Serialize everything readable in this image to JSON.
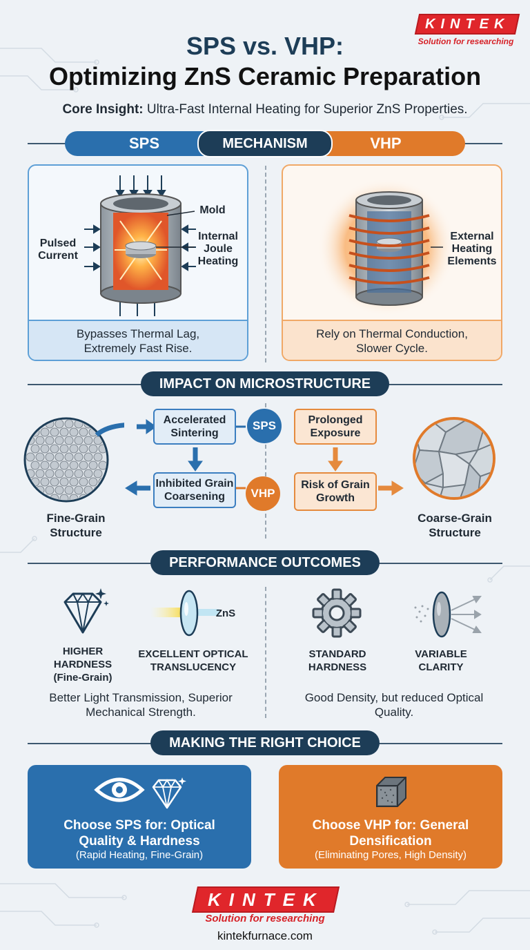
{
  "logo": {
    "brand": "KINTEK",
    "tagline": "Solution for researching"
  },
  "title_line1": "SPS vs. VHP:",
  "title_line2": "Optimizing ZnS Ceramic Preparation",
  "insight": {
    "label": "Core Insight:",
    "text": " Ultra-Fast Internal Heating for Superior ZnS Properties."
  },
  "mechanism": {
    "left_header": "SPS",
    "center_header": "MECHANISM",
    "right_header": "VHP",
    "sps": {
      "label_current": "Pulsed Current",
      "label_mold": "Mold",
      "label_joule": "Internal Joule Heating",
      "caption": "Bypasses Thermal Lag, Extremely Fast Rise."
    },
    "vhp": {
      "label_heating": "External Heating Elements",
      "caption": "Rely on Thermal Conduction, Slower Cycle."
    }
  },
  "micro": {
    "header": "IMPACT ON MICROSTRUCTURE",
    "accelerated": "Accelerated Sintering",
    "inhibited": "Inhibited Grain Coarsening",
    "prolonged": "Prolonged Exposure",
    "risk": "Risk of Grain Growth",
    "sps_badge": "SPS",
    "vhp_badge": "VHP",
    "fine": "Fine-Grain Structure",
    "coarse": "Coarse-Grain Structure"
  },
  "performance": {
    "header": "PERFORMANCE OUTCOMES",
    "hardness_high": "HIGHER HARDNESS (Fine-Grain)",
    "optical": "EXCELLENT OPTICAL TRANSLUCENCY",
    "lens_label": "ZnS",
    "hardness_std": "STANDARD HARDNESS",
    "clarity": "VARIABLE CLARITY",
    "sps_summary": "Better Light Transmission, Superior Mechanical Strength.",
    "vhp_summary": "Good Density, but reduced Optical Quality."
  },
  "choice": {
    "header": "MAKING THE RIGHT CHOICE",
    "sps_title": "Choose SPS for: Optical Quality & Hardness",
    "sps_note": "(Rapid Heating, Fine-Grain)",
    "vhp_title": "Choose VHP for: General Densification",
    "vhp_note": "(Eliminating Pores, High Density)"
  },
  "footer_url": "kintekfurnace.com",
  "colors": {
    "sps_blue": "#2a6fad",
    "vhp_orange": "#e07a2a",
    "navy": "#1d3d57",
    "kintek_red": "#e0262b"
  }
}
